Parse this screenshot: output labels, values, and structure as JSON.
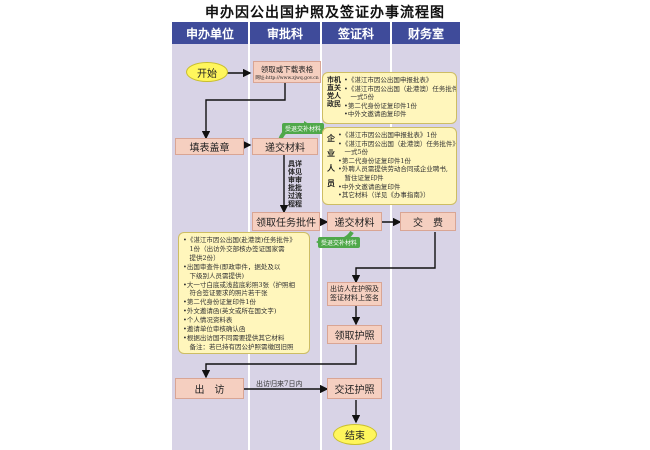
{
  "title": "申办因公出国护照及签证办事流程图",
  "lanes": [
    "申办单位",
    "审批科",
    "签证科",
    "财务室"
  ],
  "nodes": {
    "start": "开始",
    "get_form": "领取或下载表格",
    "website": "网址:http://www.zjwq.gov.cn",
    "fill_form": "填表盖章",
    "submit1": "递交材料",
    "get_approval": "领取任务批件",
    "submit2": "递交材料",
    "pay": "交　费",
    "sign": "出访人在护照及签证材料上签名",
    "get_passport": "领取护照",
    "depart": "出　访",
    "return_passport": "交还护照",
    "end": "结束"
  },
  "labels": {
    "supp1": "受退交补材料",
    "supp2": "受退交补材料",
    "detail": [
      "具详",
      "体见",
      "审审",
      "批批",
      "过流",
      "程程"
    ],
    "return_note": "出访归来7日内"
  },
  "notes": {
    "gov_side": [
      "市机",
      "直关",
      "党人",
      "政民"
    ],
    "gov_items": [
      "•《湛江市因公出国申报批表》",
      "•《湛江市因公出国（赴港澳）任务批件》",
      "　一式5份",
      "•第二代身份证复印件1份",
      "•中外文邀请函复印件"
    ],
    "ent_side": [
      "企",
      "业",
      "人",
      "员"
    ],
    "ent_items": [
      "•《湛江市因公出国申报批表》1份",
      "•《湛江市因公出国（赴港澳）任务批件》",
      "　一式5份",
      "•第二代身份证复印件1份",
      "•外聘人员需提供劳动合同或企业聘书,",
      "　暂住证复印件",
      "•中外文邀请函复印件",
      "•其它材料（详见《办事指南》）"
    ],
    "left_items": [
      "•《湛江市因公出国(赴港澳)任务批件》",
      "　1份（出访外交部核办签证国家需",
      "　提供2份）",
      "•出国审查件(即政审件，据处及以",
      "　下级别人员需提供)",
      "•大一寸白底或浅蓝底彩照3张（护照相",
      "　符合签证要求的照片若干张",
      "•第二代身份证复印件1份",
      "•外文邀请函(英文或所在国文字)",
      "•个人情况资料表",
      "•邀请单位审核确认函",
      "•根据出访国不同需要提供其它材料",
      "　备注：若已持有因公护照需缴回旧照"
    ]
  }
}
